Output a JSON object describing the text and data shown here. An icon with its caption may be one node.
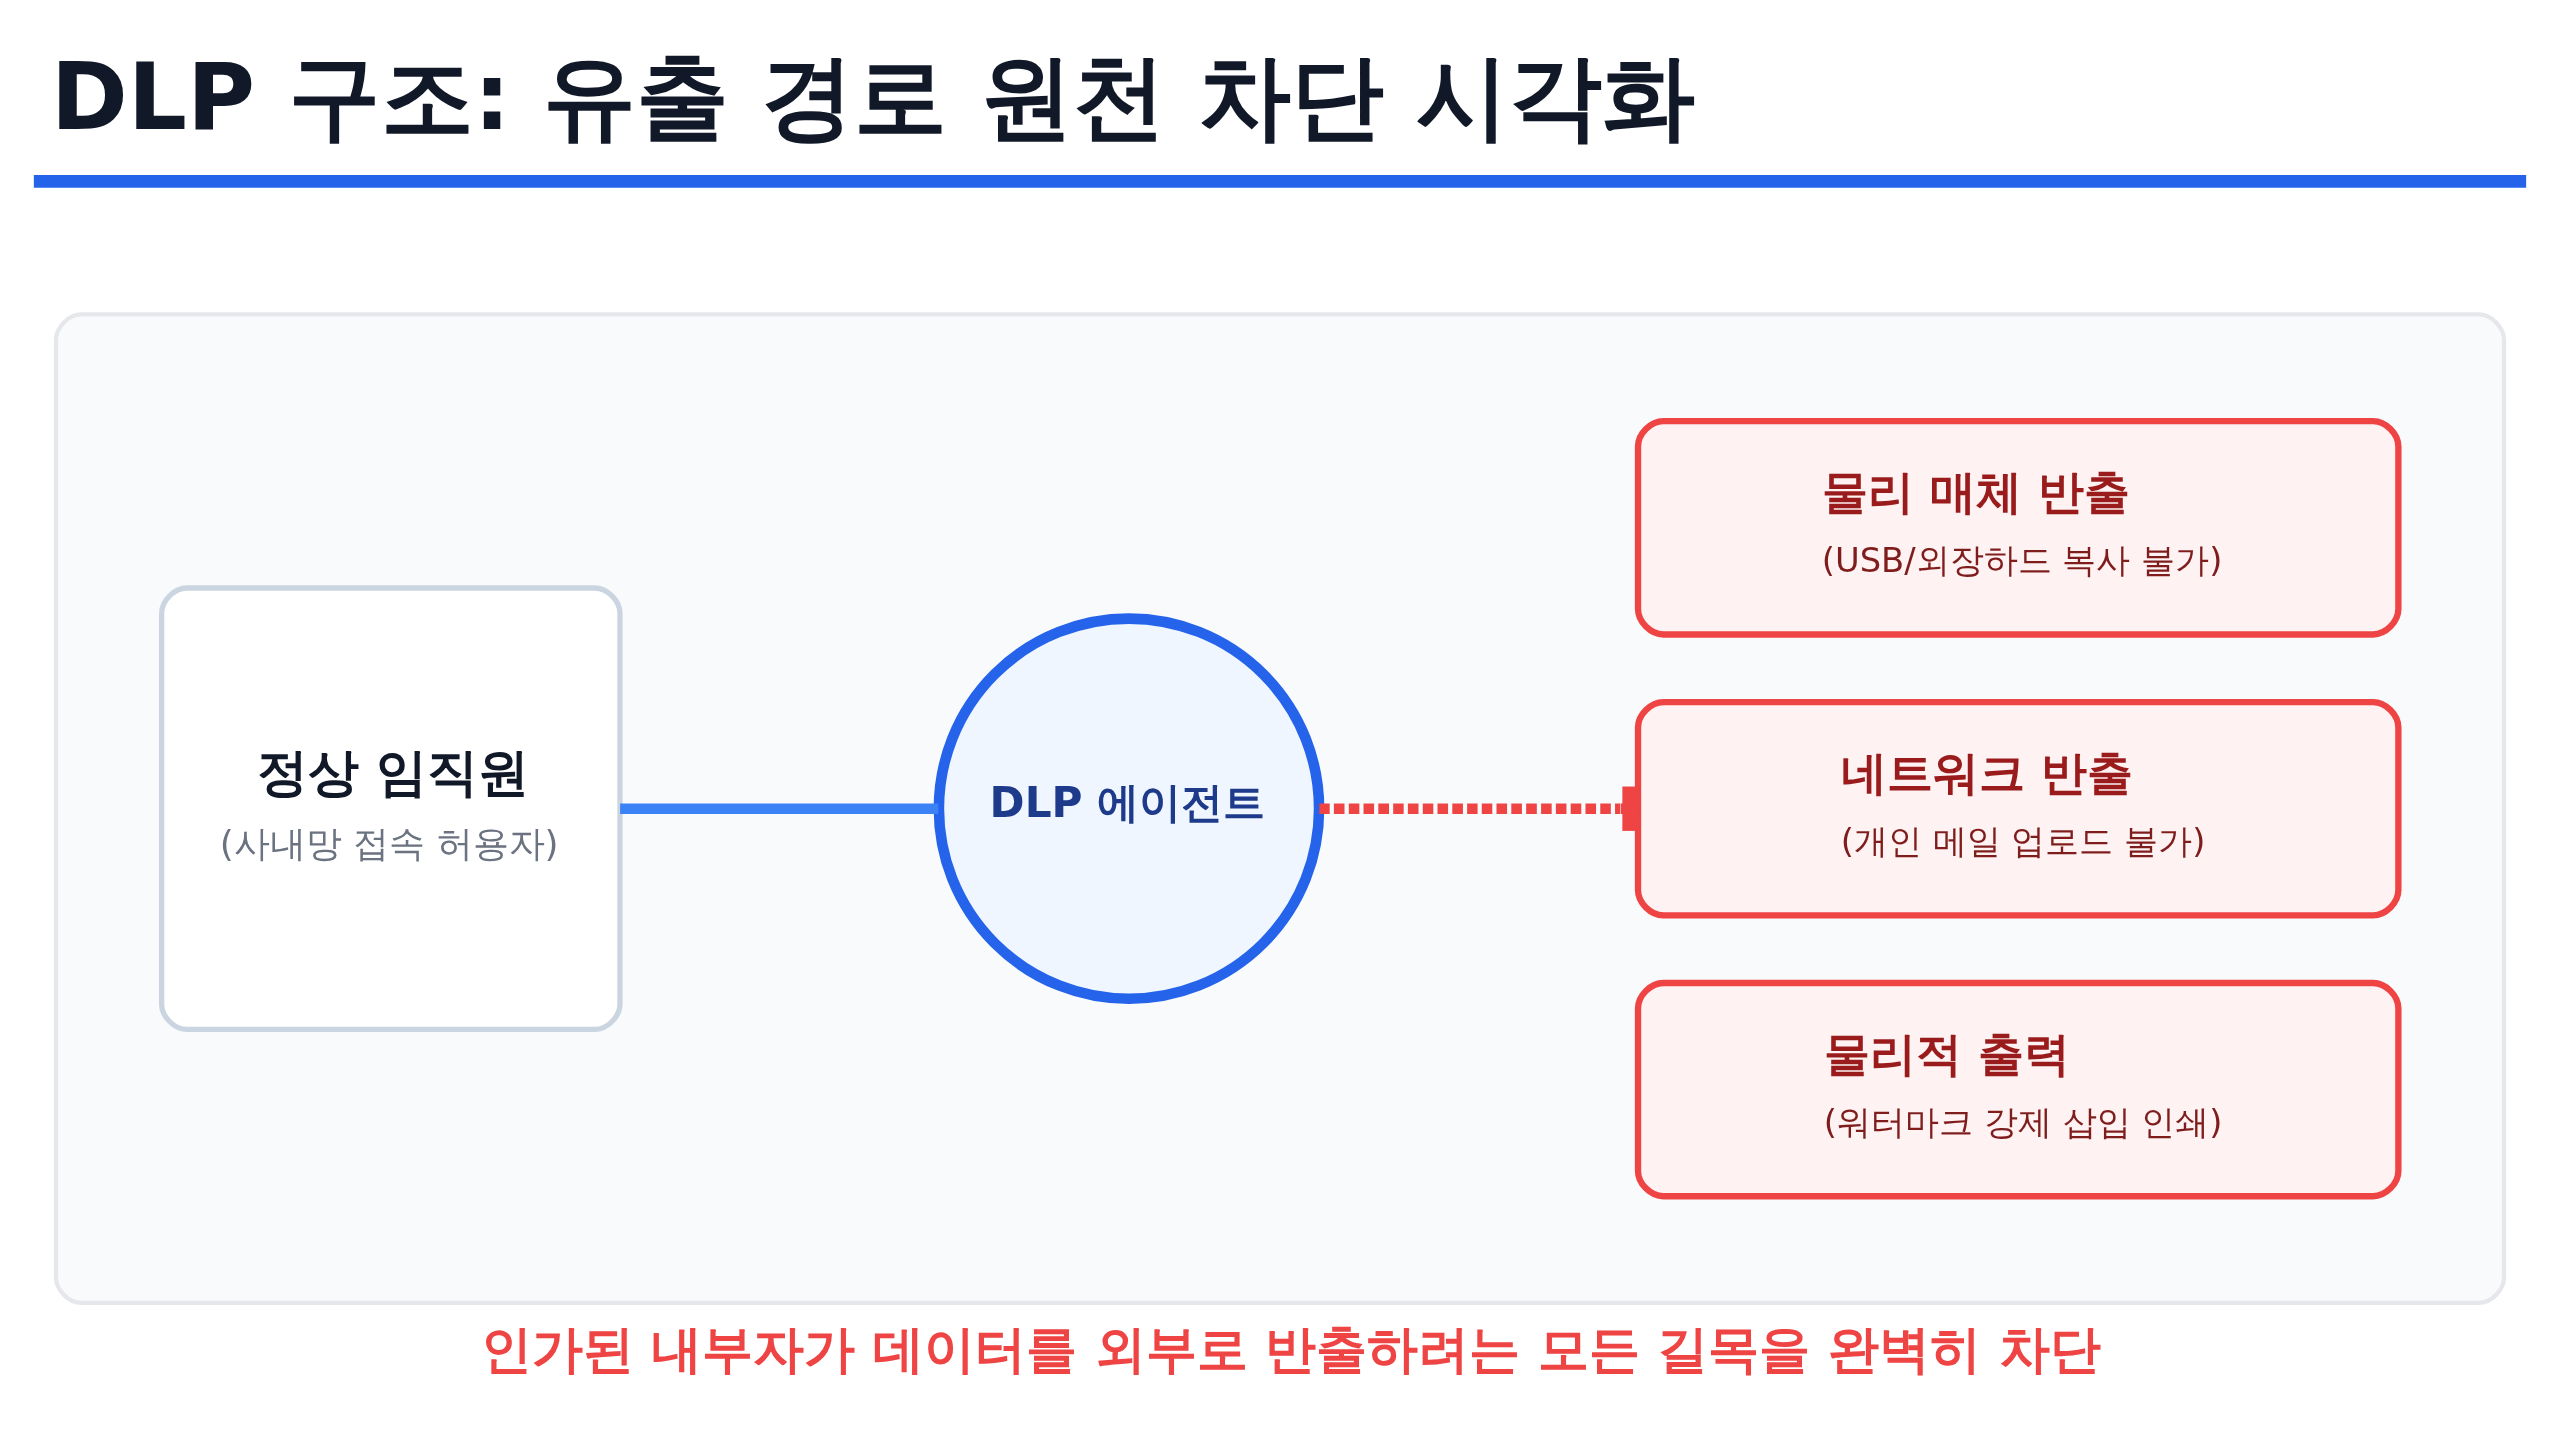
{
  "diagram": {
    "title": "DLP 구조: 유출 경로 원천 차단 시각화",
    "caption": "인가된 내부자가 데이터를 외부로 반출하려는 모든 길목을 완벽히 차단",
    "nodes": [
      {
        "text": [],
        "shape": "box"
      },
      {
        "text": [
          "정상 임직원",
          "(사내망 접속 허용자)"
        ],
        "in": 0
      },
      {
        "text": [
          "DLP 에이전트"
        ],
        "in": 0
      },
      {
        "text": [
          "물리 매체 반출",
          "(USB/외장하드 복사 불가)"
        ],
        "in": 0
      },
      {
        "text": [
          "네트워크 반출",
          "(개인 메일 업로드 불가)"
        ],
        "in": 0
      },
      {
        "text": [
          "물리적 출력",
          "(워터마크 강제 삽입 인쇄)"
        ],
        "in": 0
      }
    ],
    "edges": [
      {
        "from": 1,
        "to": 2,
        "arrow": "none",
        "color": "#3b82f6"
      },
      {
        "from": 2,
        "to": 4,
        "arrow": "other",
        "style": "dashed",
        "color": "#ef4444"
      }
    ]
  }
}
